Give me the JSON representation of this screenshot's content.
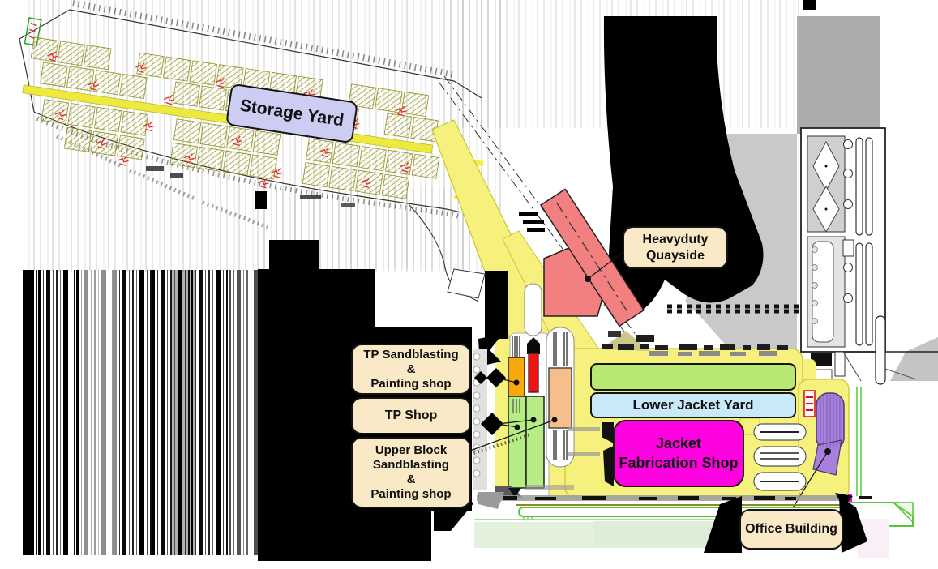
{
  "figure": {
    "type": "shipyard-site-plan",
    "background": "#FFFFFF"
  },
  "labels": {
    "storage_yard": {
      "text": "Storage Yard"
    },
    "heavyduty_quayside": {
      "lines": [
        "Heavyduty",
        "Quayside"
      ]
    },
    "tp_sandblasting": {
      "lines": [
        "TP Sandblasting",
        "&",
        "Painting shop"
      ]
    },
    "tp_shop": {
      "text": "TP Shop"
    },
    "upper_block": {
      "lines": [
        "Upper Block",
        "Sandblasting",
        "&",
        "Painting shop"
      ]
    },
    "lower_jacket_yard": {
      "text": "Lower Jacket Yard"
    },
    "jacket_fabrication_shop": {
      "lines": [
        "Jacket",
        "Fabrication Shop"
      ]
    },
    "office_building": {
      "text": "Office Building"
    }
  },
  "colors": {
    "road_yellow": "#F5F17C",
    "road_edge": "#C9C531",
    "storage_road_yellow": "#EDE93F",
    "storage_hatch": "#A4A32B",
    "label_wheat": "#F9E9C6",
    "label_lavender": "#CDCCF2",
    "quayside_red": "#F28080",
    "green_yard": "#B7E873",
    "jacket_yard_blue": "#C9E8F8",
    "fabrication_magenta": "#FF00E0",
    "office_purple": "#A77FDE",
    "building_orange": "#F7A90B",
    "building_red": "#EE1414",
    "building_green": "#B6EC84",
    "building_peach": "#F6BE8A",
    "pier_gray": "#ACACAC",
    "accent_green_road": "#50C838",
    "red_marks": "#E23535",
    "outline_black": "#1A1A1A"
  }
}
